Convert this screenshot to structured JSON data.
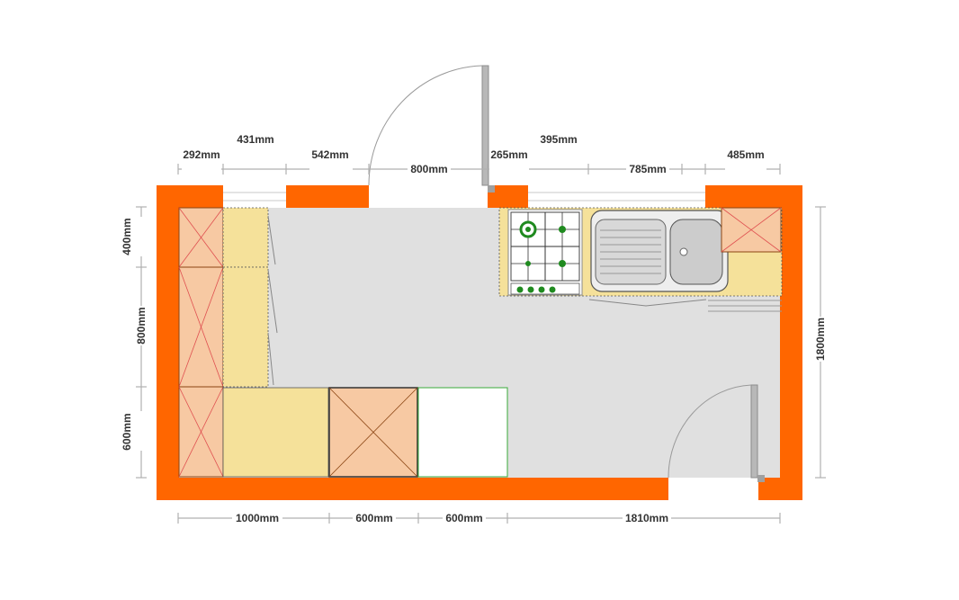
{
  "colors": {
    "wall": "#ff6600",
    "floor": "#e0e0e0",
    "worktop": "#f5e19a",
    "cabinet": "#f7c9a3",
    "door": "#b8b8b8",
    "appliance": "#ffffff",
    "hob_ring": "#1f8a1f",
    "sink": "#c8c8c8"
  },
  "dimensions": {
    "top_upper": [
      "431mm",
      "395mm"
    ],
    "top_lower": [
      "292mm",
      "542mm",
      "800mm",
      "265mm",
      "785mm",
      "485mm"
    ],
    "left": [
      "400mm",
      "800mm",
      "600mm"
    ],
    "right": [
      "1800mm"
    ],
    "bottom": [
      "1000mm",
      "600mm",
      "600mm",
      "1810mm"
    ]
  }
}
